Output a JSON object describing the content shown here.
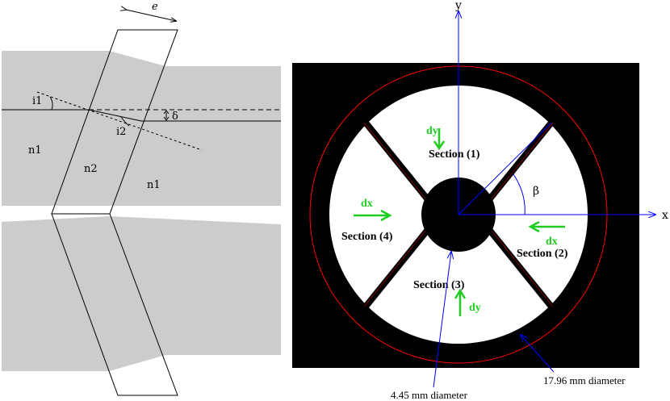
{
  "left_panel": {
    "e_label": "e",
    "i1_label": "i1",
    "i2_label": "i2",
    "delta_label": "δ",
    "n1_left": "n1",
    "n2_label": "n2",
    "n1_right": "n1"
  },
  "right_panel": {
    "y_axis": "y",
    "x_axis": "x",
    "beta_label": "β",
    "sections": {
      "s1": "Section (1)",
      "s2": "Section (2)",
      "s3": "Section (3)",
      "s4": "Section (4)"
    },
    "arrows": {
      "dy_top": "dy",
      "dx_left": "dx",
      "dx_right": "dx",
      "dy_bottom": "dy"
    },
    "annotations": {
      "inner_diameter": "4.45 mm diameter",
      "outer_diameter": "17.96 mm diameter"
    },
    "colors": {
      "background": "#000000",
      "outer_circle": "#ff0000",
      "axes": "#0000ff",
      "arrows": "#1fcc1f",
      "sections": "#ffffff"
    }
  }
}
